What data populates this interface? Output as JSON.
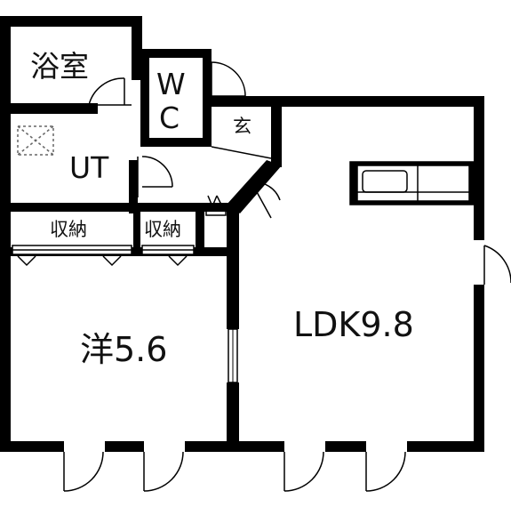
{
  "floor_plan": {
    "rooms": {
      "bath": "浴室",
      "wc_w": "W",
      "wc_c": "C",
      "entrance": "玄",
      "utility": "UT",
      "storage_left": "収納",
      "storage_right": "収納",
      "western_room": "洋5.6",
      "ldk": "LDK9.8"
    }
  }
}
